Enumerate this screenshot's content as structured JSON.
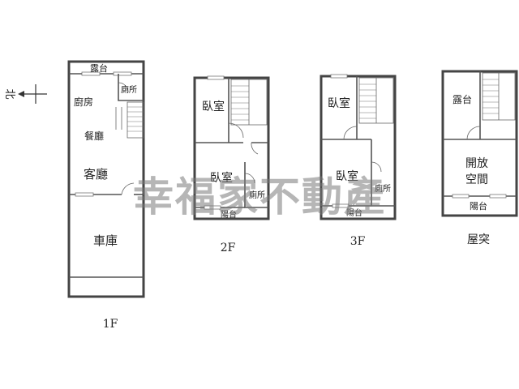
{
  "compass": {
    "label": "北"
  },
  "floors": {
    "f1": {
      "label": "1F",
      "rooms": {
        "balcony": "露台",
        "kitchen": "廚房",
        "toilet": "廁所",
        "dining": "餐廳",
        "living": "客廳",
        "garage": "車庫"
      }
    },
    "f2": {
      "label": "2F",
      "rooms": {
        "bedroom_top": "臥室",
        "bedroom_main": "臥室",
        "toilet": "廁所",
        "balcony": "陽台"
      }
    },
    "f3": {
      "label": "3F",
      "rooms": {
        "bedroom_top": "臥室",
        "bedroom_main": "臥室",
        "toilet": "廁所",
        "balcony": "陽台"
      }
    },
    "roof": {
      "label": "屋突",
      "rooms": {
        "terrace": "露台",
        "open_space_line1": "開放",
        "open_space_line2": "空間",
        "balcony": "陽台"
      }
    }
  },
  "watermark": "幸福家不動產"
}
